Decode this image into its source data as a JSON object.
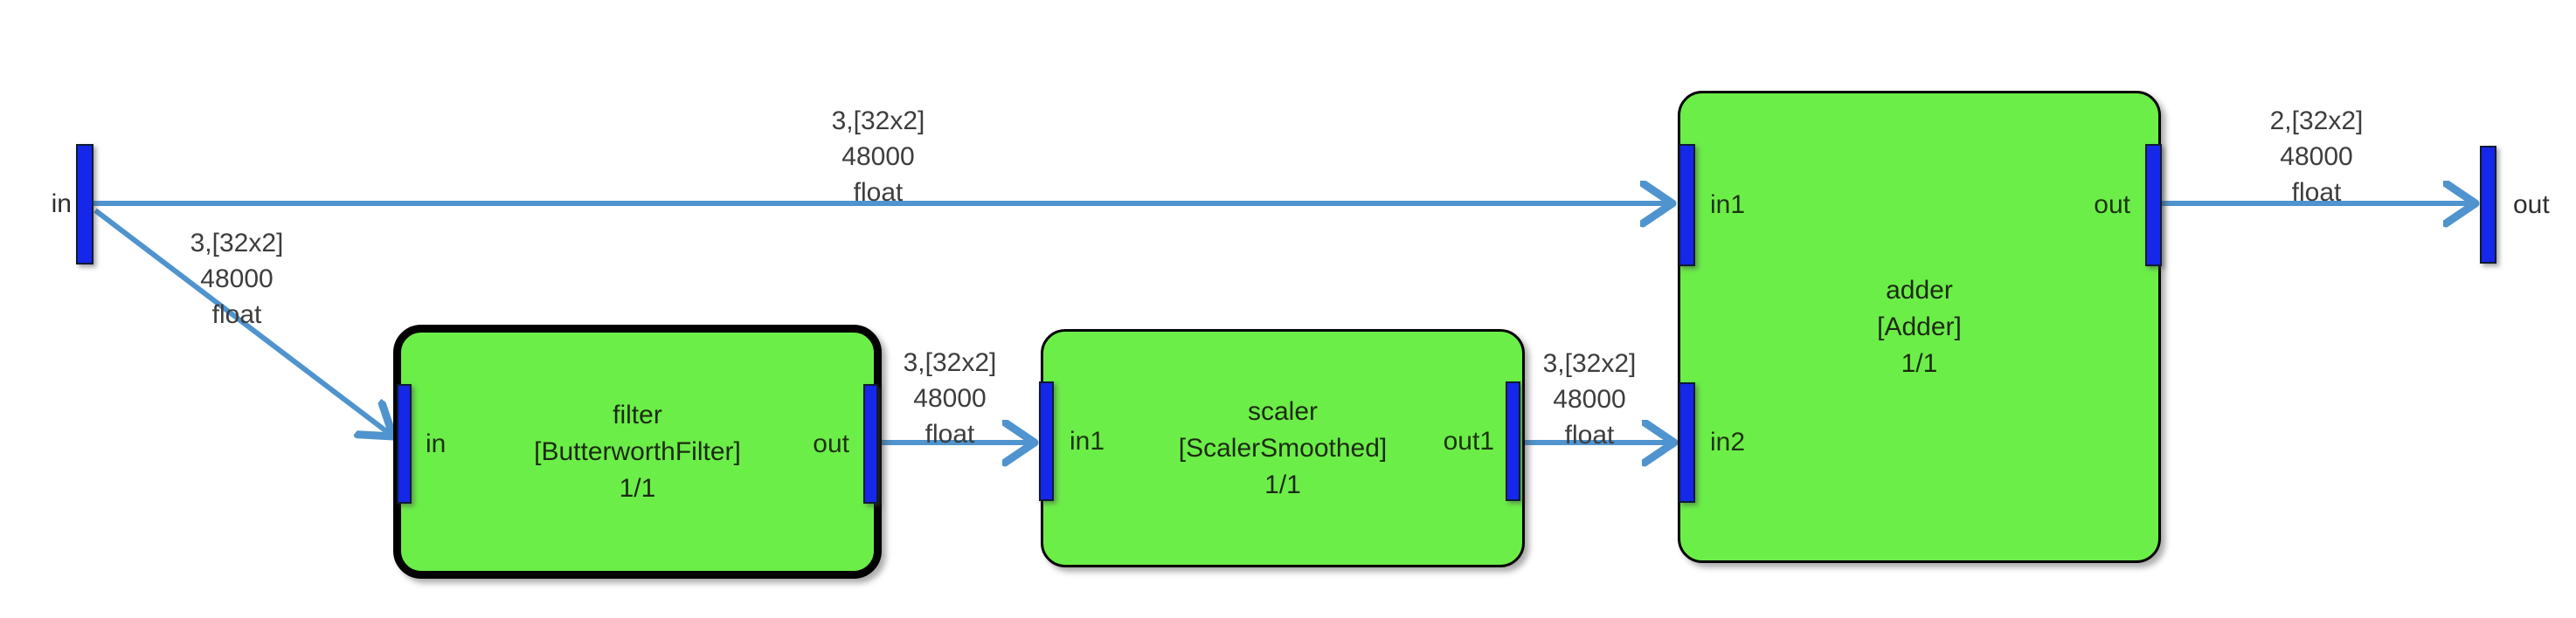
{
  "colors": {
    "background": "#ffffff",
    "block_fill": "#6cee49",
    "block_border": "#000000",
    "port_fill": "#1527e8",
    "wire": "#4f94ce"
  },
  "external_ports": {
    "input": {
      "label": "in"
    },
    "output": {
      "label": "out"
    }
  },
  "blocks": [
    {
      "name": "filter",
      "type": "[ButterworthFilter]",
      "throughput": "1/1",
      "selected": true,
      "ports": [
        {
          "label": "in"
        },
        {
          "label": "out"
        }
      ]
    },
    {
      "name": "scaler",
      "type": "[ScalerSmoothed]",
      "throughput": "1/1",
      "selected": false,
      "ports": [
        {
          "label": "in1"
        },
        {
          "label": "out1"
        }
      ]
    },
    {
      "name": "adder",
      "type": "[Adder]",
      "throughput": "1/1",
      "selected": false,
      "ports": [
        {
          "label": "in1"
        },
        {
          "label": "in2"
        },
        {
          "label": "out"
        }
      ]
    }
  ],
  "connections": [
    {
      "from": "in",
      "to": "adder.in1",
      "label": [
        "3,[32x2]",
        "48000",
        "float"
      ]
    },
    {
      "from": "in",
      "to": "filter.in",
      "label": [
        "3,[32x2]",
        "48000",
        "float"
      ]
    },
    {
      "from": "filter.out",
      "to": "scaler.in1",
      "label": [
        "3,[32x2]",
        "48000",
        "float"
      ]
    },
    {
      "from": "scaler.out1",
      "to": "adder.in2",
      "label": [
        "3,[32x2]",
        "48000",
        "float"
      ]
    },
    {
      "from": "adder.out",
      "to": "out",
      "label": [
        "2,[32x2]",
        "48000",
        "float"
      ]
    }
  ]
}
